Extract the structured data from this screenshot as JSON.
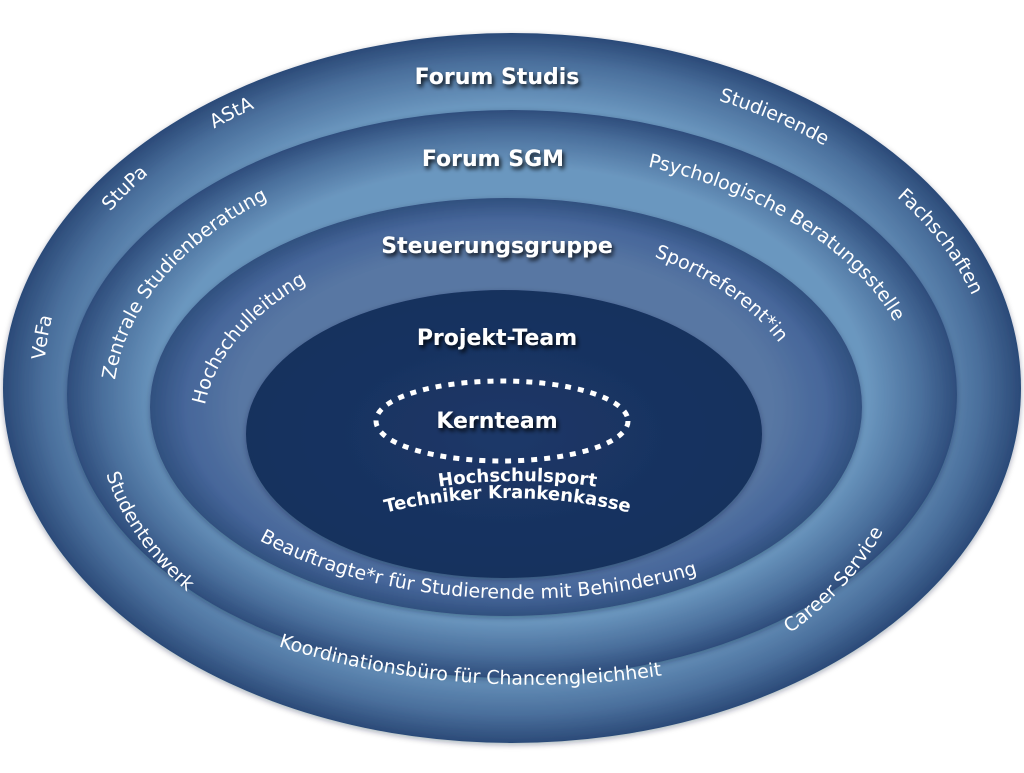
{
  "diagram": {
    "type": "concentric-ellipses",
    "rings": [
      {
        "id": "outer",
        "title": "Forum Studis",
        "labels": [
          "VeFa",
          "StuPa",
          "AStA",
          "Studierende",
          "Fachschaften",
          "Studentenwerk",
          "Koordinationsbüro für Chancengleichheit",
          "Career Service"
        ]
      },
      {
        "id": "second",
        "title": "Forum SGM",
        "labels": [
          "Zentrale Studienberatung",
          "Psychologische Beratungsstelle"
        ]
      },
      {
        "id": "third",
        "title": "Steuerungsgruppe",
        "labels": [
          "Hochschulleitung",
          "Sportreferent*in",
          "Beauftragte*r für Studierende mit Behinderung"
        ]
      },
      {
        "id": "inner",
        "title": "Projekt-Team",
        "core": "Kernteam",
        "labels": [
          "Hochschulsport",
          "Techniker Krankenkasse"
        ]
      }
    ],
    "colors": {
      "ring_dark": "#2b4a78",
      "ring_light": "#6b97bf",
      "inner_fill": "#1a3463",
      "text": "#ffffff",
      "background": "#ffffff"
    }
  }
}
